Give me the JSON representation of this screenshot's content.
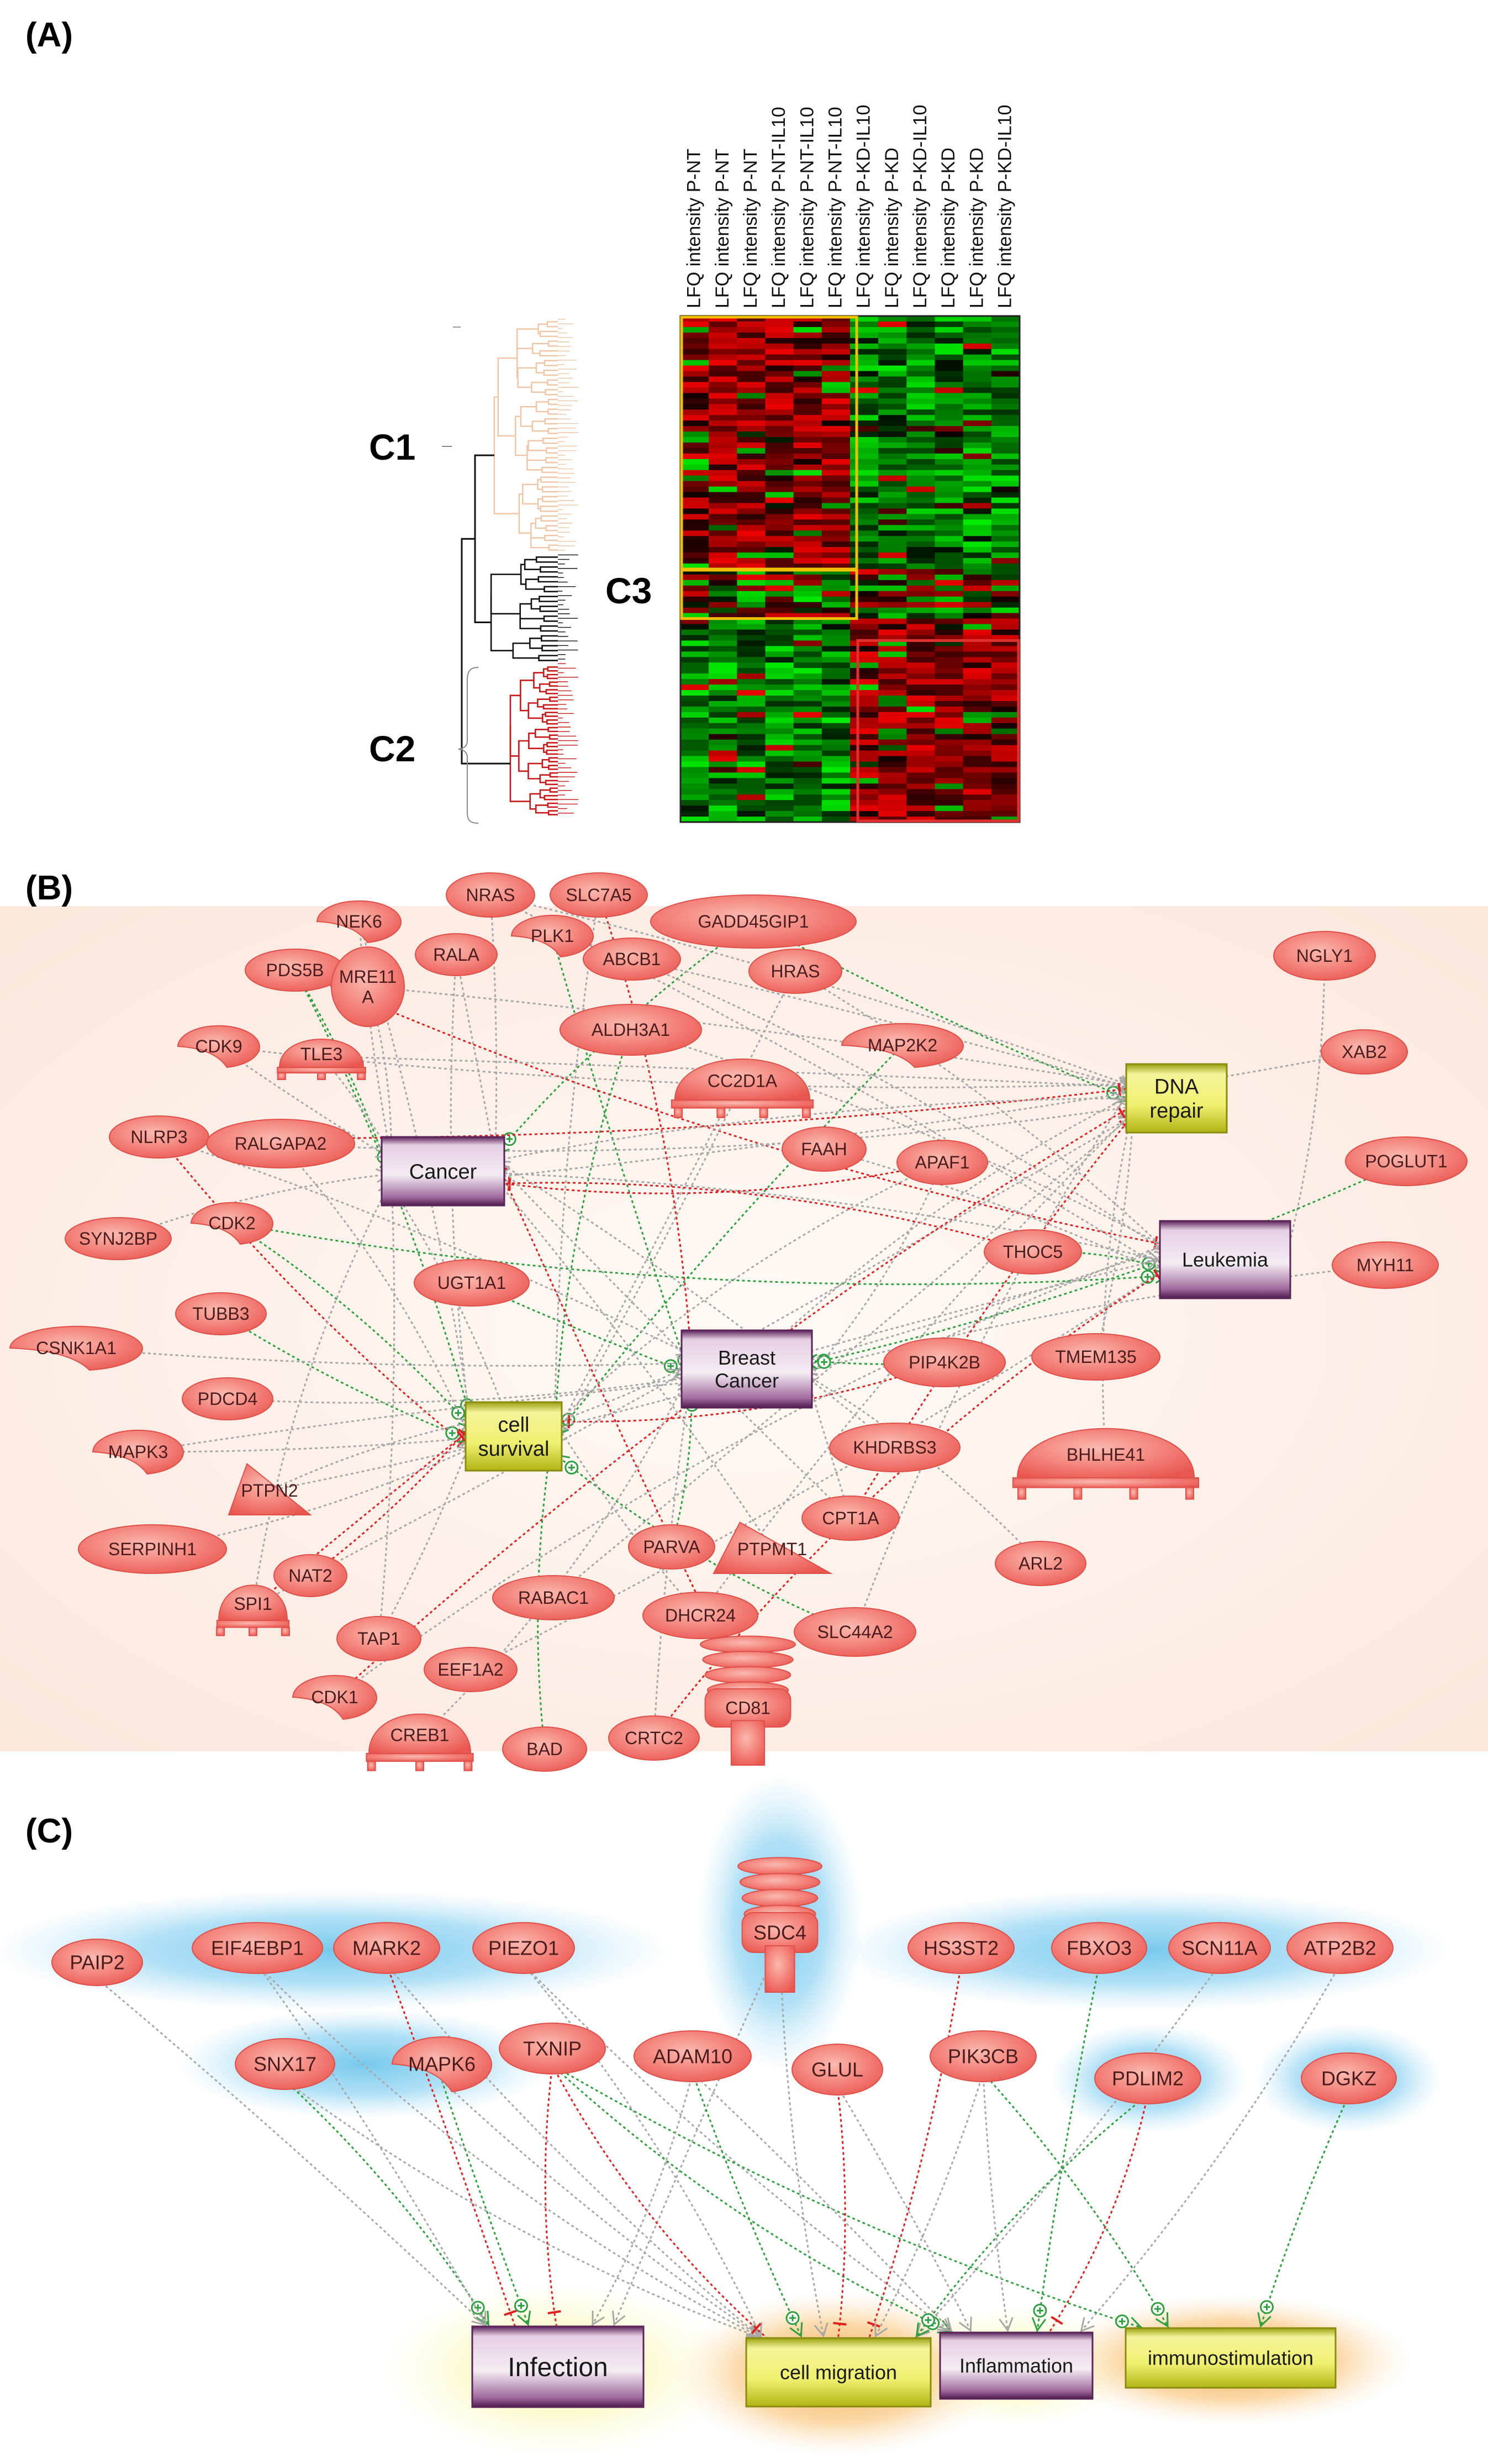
{
  "panels": {
    "a": {
      "label": "(A)",
      "columns": [
        "LFQ intensity P-NT",
        "LFQ intensity P-NT",
        "LFQ intensity P-NT",
        "LFQ intensity P-NT-IL10",
        "LFQ intensity P-NT-IL10",
        "LFQ intensity P-NT-IL10",
        "LFQ intensity P-KD-IL10",
        "LFQ intensity P-KD",
        "LFQ intensity P-KD-IL10",
        "LFQ intensity P-KD",
        "LFQ intensity P-KD",
        "LFQ intensity P-KD-IL10"
      ],
      "clusters": {
        "c1": "C1",
        "c2": "C2",
        "c3": "C3"
      }
    },
    "b": {
      "label": "(B)",
      "hubs": [
        {
          "id": "cancer",
          "label": "Cancer",
          "kind": "disease"
        },
        {
          "id": "dna",
          "label": "DNA\nrepair",
          "kind": "function"
        },
        {
          "id": "leukemia",
          "label": "Leukemia",
          "kind": "disease"
        },
        {
          "id": "breast",
          "label": "Breast\nCancer",
          "kind": "disease"
        },
        {
          "id": "survival",
          "label": "cell\nsurvival",
          "kind": "function"
        }
      ],
      "genes": [
        {
          "id": "NRAS",
          "label": "NRAS",
          "shape": "ellipse"
        },
        {
          "id": "SLC7A5",
          "label": "SLC7A5",
          "shape": "ellipse"
        },
        {
          "id": "NEK6",
          "label": "NEK6",
          "shape": "crescent"
        },
        {
          "id": "GADD45GIP1",
          "label": "GADD45GIP1",
          "shape": "ellipse"
        },
        {
          "id": "PLK1",
          "label": "PLK1",
          "shape": "crescent"
        },
        {
          "id": "RALA",
          "label": "RALA",
          "shape": "ellipse"
        },
        {
          "id": "ABCB1",
          "label": "ABCB1",
          "shape": "ellipse"
        },
        {
          "id": "PDS5B",
          "label": "PDS5B",
          "shape": "ellipse"
        },
        {
          "id": "MRE11A",
          "label": "MRE11\nA",
          "shape": "ellipse"
        },
        {
          "id": "HRAS",
          "label": "HRAS",
          "shape": "ellipse"
        },
        {
          "id": "NGLY1",
          "label": "NGLY1",
          "shape": "ellipse"
        },
        {
          "id": "ALDH3A1",
          "label": "ALDH3A1",
          "shape": "ellipse"
        },
        {
          "id": "MAP2K2",
          "label": "MAP2K2",
          "shape": "crescent"
        },
        {
          "id": "CDK9",
          "label": "CDK9",
          "shape": "crescent"
        },
        {
          "id": "TLE3",
          "label": "TLE3",
          "shape": "tr"
        },
        {
          "id": "XAB2",
          "label": "XAB2",
          "shape": "ellipse"
        },
        {
          "id": "CCND1",
          "label": "CC2D1A",
          "shape": "tr"
        },
        {
          "id": "NLRP3",
          "label": "NLRP3",
          "shape": "ellipse"
        },
        {
          "id": "RALGAPA2",
          "label": "RALGAPA2",
          "shape": "ellipse"
        },
        {
          "id": "FAAH",
          "label": "FAAH",
          "shape": "ellipse"
        },
        {
          "id": "APAF1",
          "label": "APAF1",
          "shape": "ellipse"
        },
        {
          "id": "POGLUT1",
          "label": "POGLUT1",
          "shape": "ellipse"
        },
        {
          "id": "CDK2",
          "label": "CDK2",
          "shape": "crescent"
        },
        {
          "id": "SYNJ2BP",
          "label": "SYNJ2BP",
          "shape": "ellipse"
        },
        {
          "id": "THOC5",
          "label": "THOC5",
          "shape": "ellipse"
        },
        {
          "id": "UGT1A1",
          "label": "UGT1A1",
          "shape": "ellipse"
        },
        {
          "id": "MYH11",
          "label": "MYH11",
          "shape": "ellipse"
        },
        {
          "id": "TUBB3",
          "label": "TUBB3",
          "shape": "ellipse"
        },
        {
          "id": "CSNK1A1",
          "label": "CSNK1A1",
          "shape": "crescent"
        },
        {
          "id": "TMEM135",
          "label": "TMEM135",
          "shape": "ellipse"
        },
        {
          "id": "PIP4K2B",
          "label": "PIP4K2B",
          "shape": "ellipse"
        },
        {
          "id": "PDCD4",
          "label": "PDCD4",
          "shape": "ellipse"
        },
        {
          "id": "MAPK3",
          "label": "MAPK3",
          "shape": "crescent"
        },
        {
          "id": "KHDRBS3",
          "label": "KHDRBS3",
          "shape": "ellipse"
        },
        {
          "id": "BHLHE41",
          "label": "BHLHE41",
          "shape": "tr"
        },
        {
          "id": "PTPN2",
          "label": "PTPN2",
          "shape": "triangle"
        },
        {
          "id": "CPT1A",
          "label": "CPT1A",
          "shape": "ellipse"
        },
        {
          "id": "SERPINH1",
          "label": "SERPINH1",
          "shape": "ellipse"
        },
        {
          "id": "PARVA",
          "label": "PARVA",
          "shape": "ellipse"
        },
        {
          "id": "PTPMT1",
          "label": "PTPMT1",
          "shape": "triangle"
        },
        {
          "id": "ARL2",
          "label": "ARL2",
          "shape": "ellipse"
        },
        {
          "id": "NAT2",
          "label": "NAT2",
          "shape": "ellipse"
        },
        {
          "id": "SPI1",
          "label": "SPI1",
          "shape": "tr"
        },
        {
          "id": "RABAC1",
          "label": "RABAC1",
          "shape": "ellipse"
        },
        {
          "id": "DHCR24",
          "label": "DHCR24",
          "shape": "ellipse"
        },
        {
          "id": "TAP1",
          "label": "TAP1",
          "shape": "ellipse"
        },
        {
          "id": "SLC44A2",
          "label": "SLC44A2",
          "shape": "ellipse"
        },
        {
          "id": "EEF1A2",
          "label": "EEF1A2",
          "shape": "ellipse"
        },
        {
          "id": "CDK1",
          "label": "CDK1",
          "shape": "crescent"
        },
        {
          "id": "CD81",
          "label": "CD81",
          "shape": "receptor"
        },
        {
          "id": "CREB1",
          "label": "CREB1",
          "shape": "tr"
        },
        {
          "id": "BAD",
          "label": "BAD",
          "shape": "ellipse"
        },
        {
          "id": "CRTC2",
          "label": "CRTC2",
          "shape": "ellipse"
        }
      ]
    },
    "c": {
      "label": "(C)",
      "hubs": [
        {
          "id": "infection",
          "label": "Infection",
          "kind": "disease"
        },
        {
          "id": "migration",
          "label": "cell migration",
          "kind": "function"
        },
        {
          "id": "inflammation",
          "label": "Inflammation",
          "kind": "disease"
        },
        {
          "id": "immuno",
          "label": "immunostimulation",
          "kind": "function"
        }
      ],
      "genes": [
        {
          "id": "PAIP2",
          "label": "PAIP2",
          "shape": "ellipse"
        },
        {
          "id": "EIF4EBP1",
          "label": "EIF4EBP1",
          "shape": "ellipse"
        },
        {
          "id": "MARK2",
          "label": "MARK2",
          "shape": "ellipse"
        },
        {
          "id": "PIEZO1",
          "label": "PIEZO1",
          "shape": "ellipse"
        },
        {
          "id": "SDC4",
          "label": "SDC4",
          "shape": "receptor"
        },
        {
          "id": "HS3ST2",
          "label": "HS3ST2",
          "shape": "ellipse"
        },
        {
          "id": "FBXO3",
          "label": "FBXO3",
          "shape": "ellipse"
        },
        {
          "id": "SCN11A",
          "label": "SCN11A",
          "shape": "ellipse"
        },
        {
          "id": "ATP2B2",
          "label": "ATP2B2",
          "shape": "ellipse"
        },
        {
          "id": "SNX17",
          "label": "SNX17",
          "shape": "ellipse"
        },
        {
          "id": "MAPK6",
          "label": "MAPK6",
          "shape": "crescent"
        },
        {
          "id": "TXNIP",
          "label": "TXNIP",
          "shape": "ellipse"
        },
        {
          "id": "ADAM10",
          "label": "ADAM10",
          "shape": "ellipse"
        },
        {
          "id": "GLUL",
          "label": "GLUL",
          "shape": "ellipse"
        },
        {
          "id": "PIK3CB",
          "label": "PIK3CB",
          "shape": "ellipse"
        },
        {
          "id": "PDLIM2",
          "label": "PDLIM2",
          "shape": "ellipse"
        },
        {
          "id": "DGKZ",
          "label": "DGKZ",
          "shape": "ellipse"
        }
      ]
    }
  },
  "colors": {
    "gene_fill": "#f06060",
    "gene_stroke": "#e0504a",
    "gene_text": "#4a1c1c",
    "disease_fill": "#b07cae",
    "function_fill": "#d6d830",
    "edge_grey": "#a8a8a8",
    "edge_green": "#2fa040",
    "edge_red": "#e02020",
    "heat_red": "#e00000",
    "heat_green": "#00d000",
    "cluster_box_yellow": "#f0c000",
    "cluster_box_red": "#e03030",
    "dendro_black": "#111111",
    "dendro_peach": "#f2c4a4",
    "dendro_red": "#c81818"
  }
}
